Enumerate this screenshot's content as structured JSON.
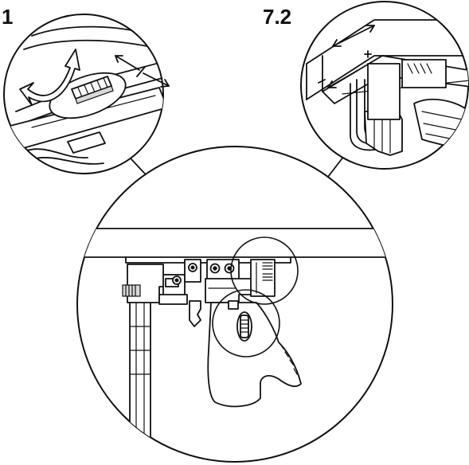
{
  "callouts": {
    "left_label": "1",
    "right_label": "7.2"
  },
  "icons": {
    "left_detail": "zoom-detail-adjustment-wheel",
    "right_detail": "zoom-detail-gauge-plate",
    "main": "mechanism-overview",
    "arrow_curved": "rotate-arrow-icon",
    "arrow_horizontal": "double-headed-arrow-icon",
    "arrow_slide": "slide-arrow-icon",
    "plus_minus": "plus-minus-marks"
  },
  "colors": {
    "line": "#111111",
    "background": "#ffffff",
    "shade": "#d9d9d9"
  }
}
